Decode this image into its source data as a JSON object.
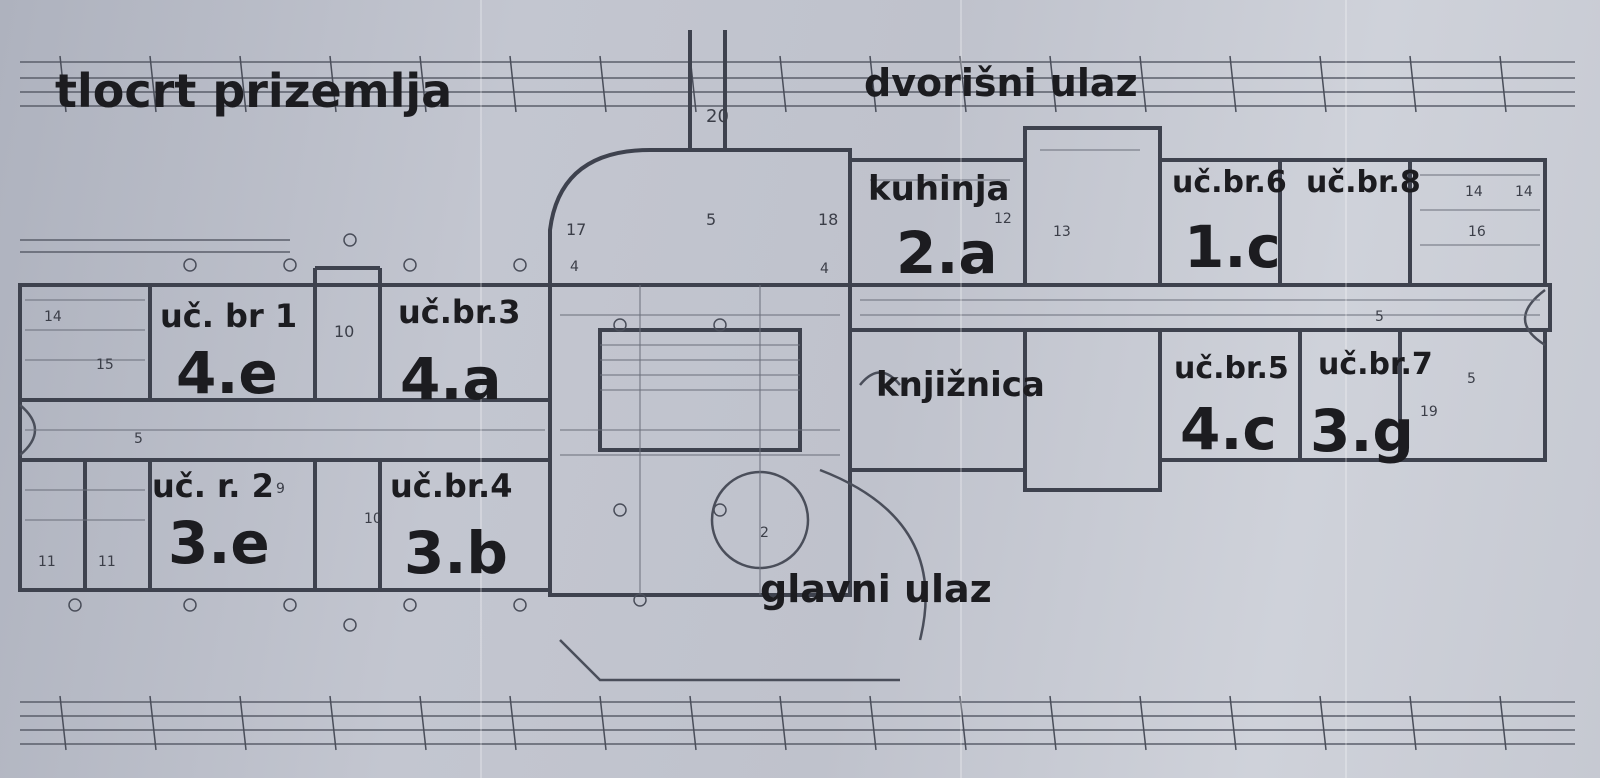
{
  "titles": {
    "plan": "tlocrt prizemlja",
    "yard_entrance": "dvorišni ulaz",
    "main_entrance": "glavni ulaz"
  },
  "rooms": {
    "kitchen": {
      "name": "kuhinja",
      "code": "2.a"
    },
    "library": {
      "name": "knjižnica"
    },
    "classroom_1": {
      "name": "uč. br 1",
      "code": "4.e"
    },
    "classroom_2": {
      "name": "uč.   r. 2",
      "code": "3.e"
    },
    "classroom_3": {
      "name": "uč.br.3",
      "code": "4.a"
    },
    "classroom_4": {
      "name": "uč.br.4",
      "code": "3.b"
    },
    "classroom_5": {
      "name": "uč.br.5",
      "code": "4.c"
    },
    "classroom_6": {
      "name": "uč.br.6",
      "code": "1.c"
    },
    "classroom_7": {
      "name": "uč.br.7",
      "code": "3.g"
    },
    "classroom_8": {
      "name": "uč.br.8"
    }
  },
  "room_numbers": [
    "20",
    "17",
    "5",
    "18",
    "4",
    "4",
    "12",
    "13",
    "14",
    "14",
    "16",
    "5",
    "14",
    "15",
    "10",
    "5",
    "9",
    "10",
    "11",
    "11",
    "5",
    "19",
    "2"
  ],
  "colors": {
    "paper": "#c3c6d0",
    "lines": "#4a4e5a",
    "labels": "#1c1c20"
  }
}
